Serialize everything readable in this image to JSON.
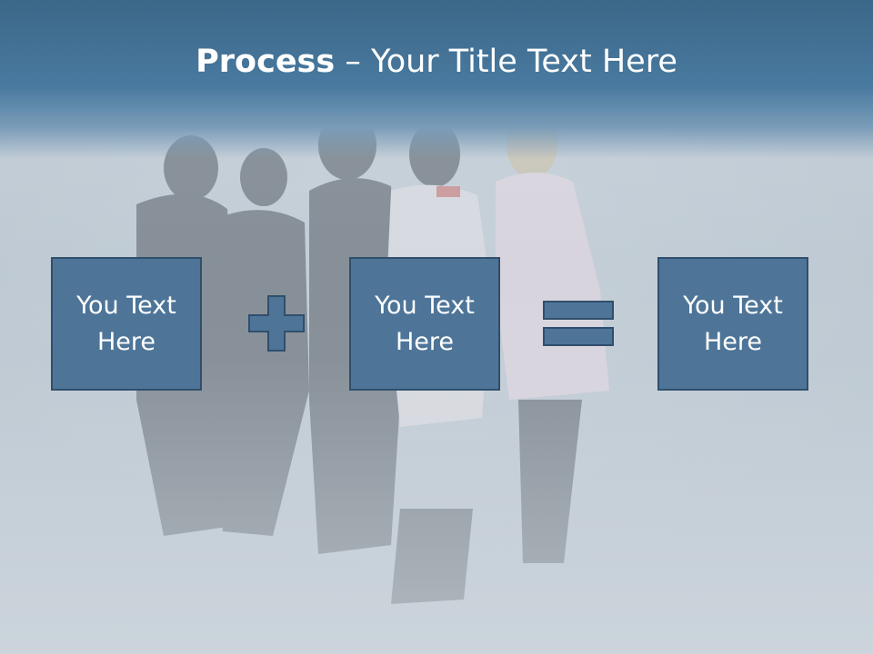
{
  "title": {
    "bold": "Process",
    "rest": " – Your Title Text Here"
  },
  "boxes": [
    {
      "text": "You Text Here"
    },
    {
      "text": "You Text Here"
    },
    {
      "text": "You Text Here"
    }
  ],
  "operators": [
    "plus-icon",
    "equals-icon"
  ],
  "colors": {
    "banner": "#3b6788",
    "box_fill": "#4e7598",
    "box_border": "#2f4f6c",
    "text": "#ffffff"
  }
}
